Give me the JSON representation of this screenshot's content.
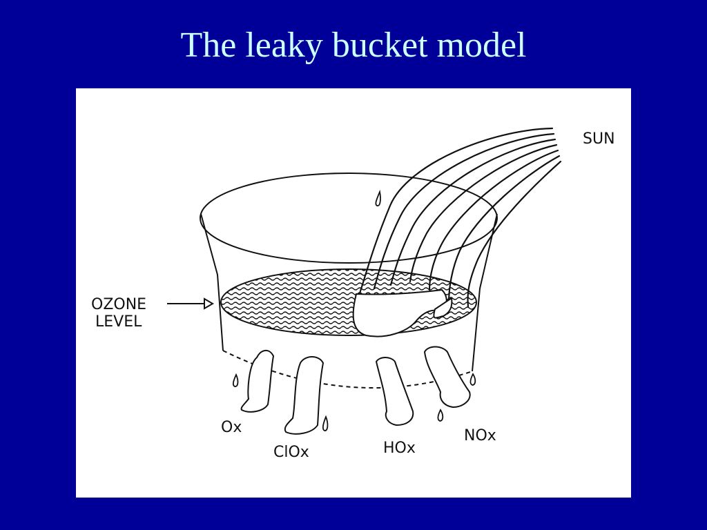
{
  "title": "The leaky bucket model",
  "colors": {
    "background": "#000099",
    "title": "#ccffff",
    "panel": "#ffffff",
    "ink": "#111111"
  },
  "diagram": {
    "source_label": "SUN",
    "level_label_line1": "OZONE",
    "level_label_line2": "LEVEL",
    "leaks": [
      {
        "label": "Ox"
      },
      {
        "label": "ClOx"
      },
      {
        "label": "HOx"
      },
      {
        "label": "NOx"
      }
    ]
  }
}
